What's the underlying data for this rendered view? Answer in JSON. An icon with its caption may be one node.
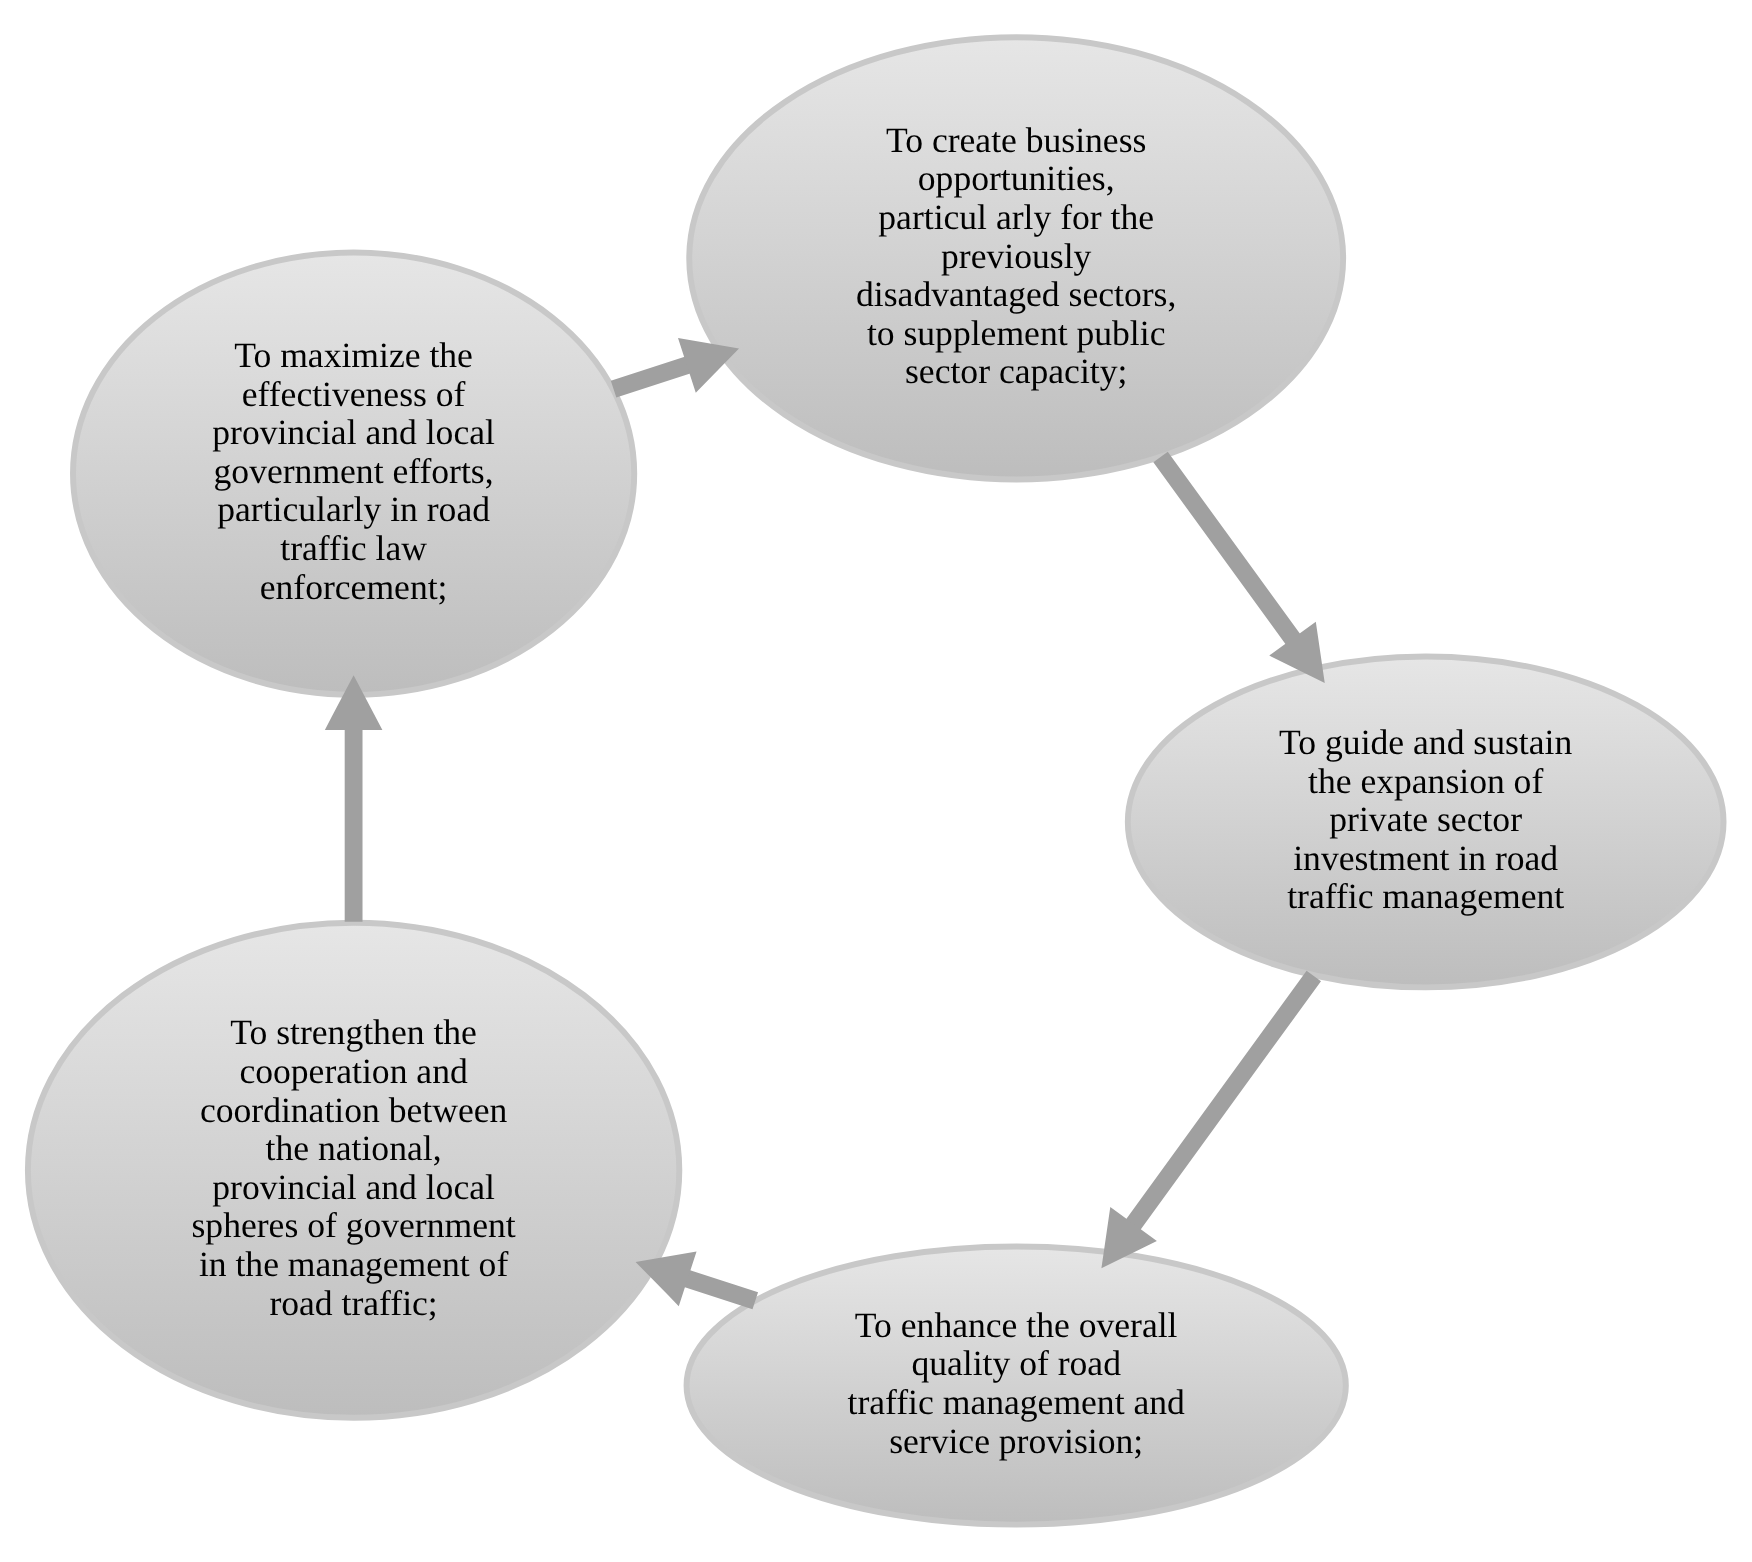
{
  "diagram": {
    "nodes": [
      {
        "text": [
          "To enhance the overall quality of road traffic management and service provision;"
        ]
      },
      {
        "text": [
          "To strengthen the cooperation and coordination between the national, provincial and local spheres of government in the management of road traffic;"
        ]
      },
      {
        "text": [
          "To maximize the effectiveness of provincial and local government efforts, particularly in road traffic law enforcement;"
        ]
      },
      {
        "text": [
          "To create business opportunities, particul arly for the previously disadvantaged sectors, to supplement public sector capacity;"
        ]
      },
      {
        "text": [
          "To guide and sustain the expansion of private sector investment in road traffic management"
        ]
      }
    ],
    "edges": [
      {
        "from": 0,
        "to": 1,
        "arrow": "to"
      },
      {
        "from": 1,
        "to": 2,
        "arrow": "to"
      },
      {
        "from": 2,
        "to": 3,
        "arrow": "to"
      },
      {
        "from": 3,
        "to": 4,
        "arrow": "to"
      },
      {
        "from": 4,
        "to": 0,
        "arrow": "to"
      }
    ]
  }
}
